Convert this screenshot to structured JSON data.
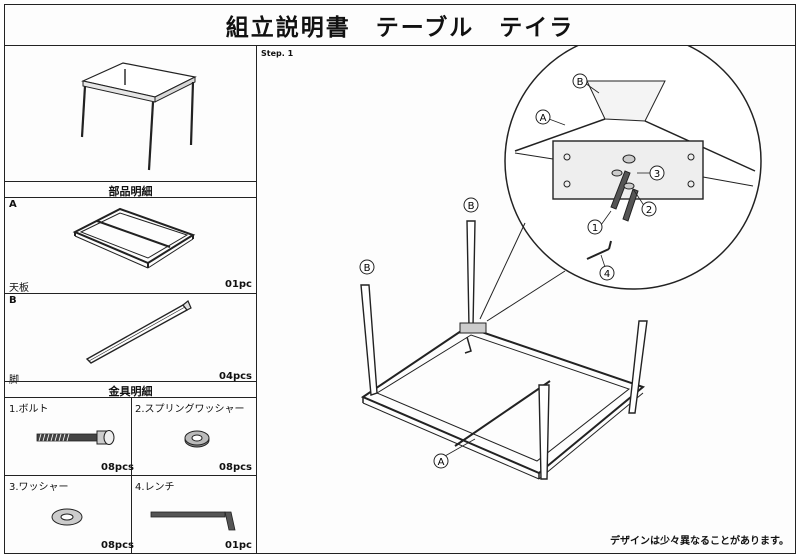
{
  "title": "組立説明書　テーブル　テイラ",
  "step": "Step. 1",
  "parts_header": "部品明細",
  "parts": [
    {
      "letter": "A",
      "name": "天板",
      "qty": "01pc"
    },
    {
      "letter": "B",
      "name": "脚",
      "qty": "04pcs"
    }
  ],
  "hardware_header": "金具明細",
  "hardware": [
    {
      "name": "1.ボルト",
      "qty": "08pcs"
    },
    {
      "name": "2.スプリングワッシャー",
      "qty": "08pcs"
    },
    {
      "name": "3.ワッシャー",
      "qty": "08pcs"
    },
    {
      "name": "4.レンチ",
      "qty": "01pc"
    }
  ],
  "callouts": {
    "a": "A",
    "b": "B",
    "n1": "1",
    "n2": "2",
    "n3": "3",
    "n4": "4"
  },
  "note": "デザインは少々異なることがあります。"
}
